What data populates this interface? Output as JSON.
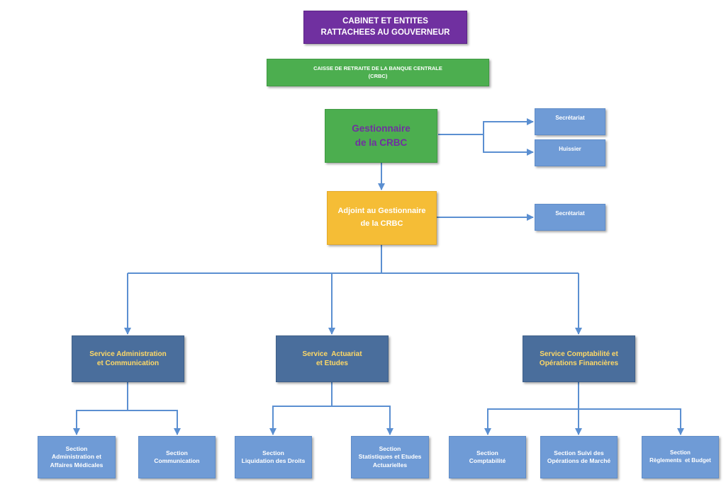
{
  "cabinet": {
    "line1": "CABINET ET ENTITES",
    "line2": "RATTACHEES AU GOUVERNEUR"
  },
  "caisse": {
    "line1": "CAISSE DE RETRAITE DE LA BANQUE CENTRALE",
    "line2": "(CRBC)"
  },
  "gestionnaire": {
    "line1": "Gestionnaire",
    "line2": "de la CRBC"
  },
  "secretariat_1": {
    "label": "Secrétariat"
  },
  "huissier": {
    "label": "Huissier"
  },
  "adjoint": {
    "line1": "Adjoint au Gestionnaire",
    "line2": "de la CRBC"
  },
  "secretariat_2": {
    "label": "Secrétariat"
  },
  "services": [
    {
      "line1": "Service Administration",
      "line2": "et Communication"
    },
    {
      "line1": "Service  Actuariat",
      "line2": "et Etudes"
    },
    {
      "line1": "Service Comptabilité et",
      "line2": "Opérations Financières"
    }
  ],
  "sections": [
    {
      "lines": [
        "Section",
        "Administration et",
        "Affaires Médicales"
      ]
    },
    {
      "lines": [
        "Section",
        "Communication"
      ]
    },
    {
      "lines": [
        "Section",
        "Liquidation des Droits"
      ]
    },
    {
      "lines": [
        "Section",
        "Statistiques et Etudes",
        "Actuarielles"
      ]
    },
    {
      "lines": [
        "Section",
        "Comptabilité"
      ]
    },
    {
      "lines": [
        "Section Suivi des",
        "Opérations de Marché"
      ]
    },
    {
      "lines": [
        "Section",
        "Règlements  et Budget"
      ]
    }
  ],
  "colors": {
    "purple": "#7030a0",
    "green": "#4cae4f",
    "yellow": "#f5bd36",
    "service_blue": "#4a6e9c",
    "service_text": "#ffd966",
    "section_blue": "#6f9bd6",
    "connector": "#5b8fd1"
  }
}
